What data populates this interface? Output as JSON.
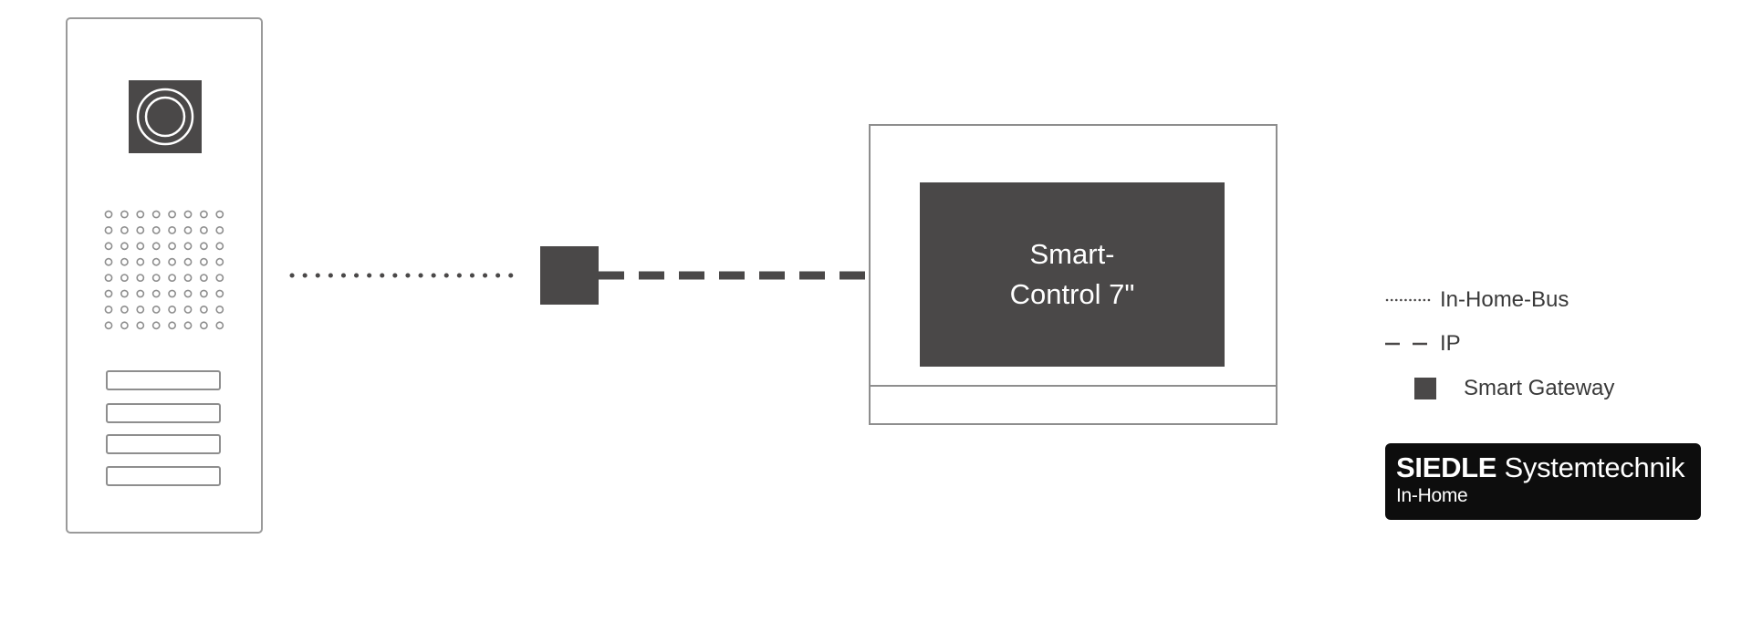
{
  "diagram": {
    "door_station": {
      "camera_icon": "camera-lens-icon",
      "call_buttons": 4
    },
    "smart_control": {
      "label_line1": "Smart-",
      "label_line2": "Control 7\""
    },
    "connections": [
      {
        "from": "door_station",
        "to": "smart_gateway",
        "type": "In-Home-Bus",
        "style": "dotted"
      },
      {
        "from": "smart_gateway",
        "to": "smart_control",
        "type": "IP",
        "style": "dashed"
      }
    ],
    "legend": {
      "items": [
        {
          "symbol": "dotted-line",
          "label": "In-Home-Bus"
        },
        {
          "symbol": "dashed-line",
          "label": "IP"
        },
        {
          "symbol": "filled-square",
          "label": "Smart Gateway"
        }
      ]
    },
    "logo": {
      "brand": "SIEDLE",
      "name": "Systemtechnik",
      "sub": "In-Home"
    },
    "colors": {
      "dark_fill": "#4a4848",
      "outline": "#8e8e8e",
      "logo_bg": "#0d0d0d"
    }
  }
}
